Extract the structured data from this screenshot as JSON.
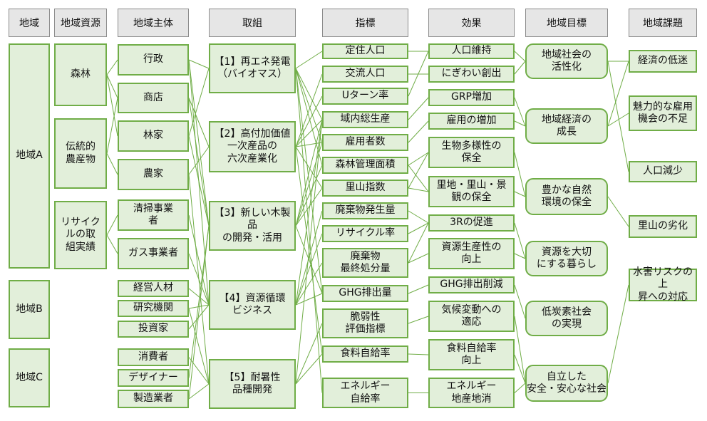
{
  "headers": {
    "region": "地域",
    "resources": "地域資源",
    "actors": "地域主体",
    "initiatives": "取組",
    "indicators": "指標",
    "effects": "効果",
    "goals": "地域目標",
    "issues": "地域課題"
  },
  "regions": {
    "a": "地域A",
    "b": "地域B",
    "c": "地域C"
  },
  "resources": {
    "forest": "森林",
    "traditional_crops": "伝統的\n農産物",
    "recycling": "リサイク\nルの取\n組実績"
  },
  "actors": {
    "government": "行政",
    "shops": "商店",
    "forestry": "林家",
    "farmers": "農家",
    "cleaning": "清掃事業\n者",
    "gas": "ガス事業者",
    "management_talent": "経営人材",
    "research": "研究機関",
    "investors": "投資家",
    "consumers": "消費者",
    "designers": "デザイナー",
    "manufacturers": "製造業者"
  },
  "initiatives": {
    "i1": "【1】再エネ発電\n（バイオマス）",
    "i2": "【2】高付加価値\n一次産品の\n六次産業化",
    "i3": "【3】新しい木製品\nの開発・活用",
    "i4": "【4】資源循環\nビジネス",
    "i5": "【5】耐暑性\n品種開発"
  },
  "indicators": {
    "resident_pop": "定住人口",
    "exchange_pop": "交流人口",
    "uturn": "Uターン率",
    "grp": "域内総生産",
    "employees": "雇用者数",
    "forest_area": "森林管理面積",
    "satoyama_index": "里山指数",
    "waste": "廃棄物発生量",
    "recycle_rate": "リサイクル率",
    "final_disposal": "廃棄物\n最終処分量",
    "ghg": "GHG排出量",
    "vulnerability": "脆弱性\n評価指標",
    "food_self": "食料自給率",
    "energy_self": "エネルギー\n自給率"
  },
  "effects": {
    "pop_maintain": "人口維持",
    "lively": "にぎわい創出",
    "grp_up": "GRP増加",
    "jobs_up": "雇用の増加",
    "biodiversity": "生物多様性の\n保全",
    "satochi": "里地・里山・景\n観の保全",
    "three_r": "3Rの促進",
    "productivity": "資源生産性の\n向上",
    "ghg_cut": "GHG排出削減",
    "climate_adapt": "気候変動への\n適応",
    "food_up": "食料自給率\n向上",
    "energy_local": "エネルギー\n地産地消"
  },
  "goals": {
    "community": "地域社会の\n活性化",
    "economy": "地域経済の\n成長",
    "nature": "豊かな自然\n環境の保全",
    "resources": "資源を大切\nにする暮らし",
    "low_carbon": "低炭素社会\nの実現",
    "safe_society": "自立した\n安全・安心な社会"
  },
  "issues": {
    "economy_slump": "経済の低迷",
    "jobs_lack": "魅力的な雇用\n機会の不足",
    "pop_decline": "人口減少",
    "satoyama_decline": "里山の劣化",
    "flood_risk": "水害リスクの上\n昇への対応"
  },
  "colors": {
    "fill": "#e2efda",
    "border": "#70ad47",
    "header_fill": "#e6e6e6",
    "line": "#70ad47"
  }
}
